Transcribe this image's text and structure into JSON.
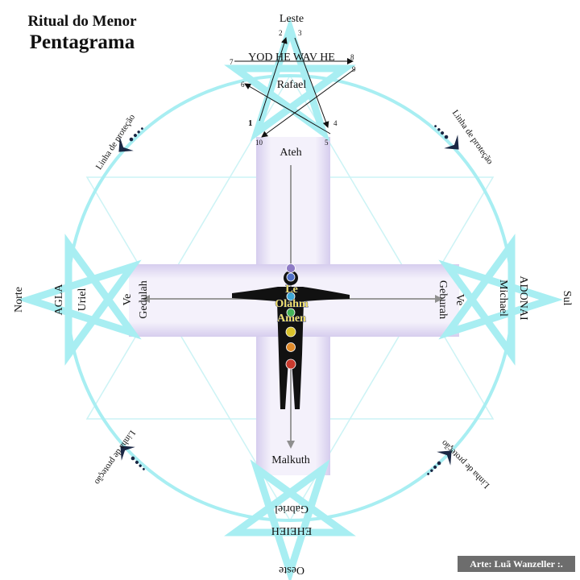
{
  "title": {
    "line1": "Ritual do Menor",
    "line2": "Pentagrama"
  },
  "colors": {
    "ring": "#a8eef2",
    "cross_fill": "#ddd6f0",
    "arrow": "#9a9a9a",
    "dotted_arrow": "#1a2744"
  },
  "directions": {
    "east": "Leste",
    "south": "Sul",
    "west": "Oeste",
    "north": "Norte"
  },
  "east": {
    "divine_name": "YOD HE WAV HE",
    "archangel": "Rafael",
    "sequence_labels": [
      "2",
      "3",
      "7",
      "8",
      "9",
      "6",
      "1",
      "4",
      "10",
      "5"
    ]
  },
  "south": {
    "divine_name": "ADONAI",
    "archangel": "Michael"
  },
  "west": {
    "divine_name": "EHEIEH",
    "archangel": "Gabriel"
  },
  "north": {
    "divine_name": "AGLA",
    "archangel": "Uriel"
  },
  "cross": {
    "top": "Ateh",
    "bottom": "Malkuth",
    "right": [
      "Ve",
      "Geburah"
    ],
    "left": [
      "Ve",
      "Gedulah"
    ],
    "center": [
      "Le",
      "Olahm",
      "Amen"
    ]
  },
  "protection_line": "Linha de proteção",
  "credit": "Arte: Luã Wanzeller :."
}
